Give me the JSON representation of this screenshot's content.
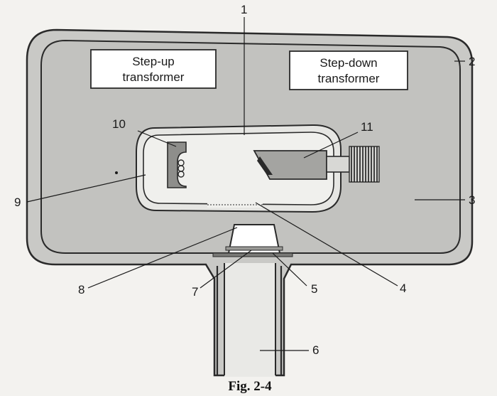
{
  "diagram": {
    "transformers": {
      "step_up": [
        "Step-up",
        "transformer"
      ],
      "step_down": [
        "Step-down",
        "transformer"
      ]
    },
    "callouts": [
      "1",
      "2",
      "3",
      "4",
      "5",
      "6",
      "7",
      "8",
      "9",
      "10",
      "11"
    ],
    "caption": "Fig. 2-4"
  },
  "colors": {
    "housing_fill": "#c9c9c6",
    "inner_fill": "#c3c3c0",
    "outline": "#2a2a2a",
    "tube_fill": "#ebebe8",
    "box_fill": "#ffffff"
  }
}
